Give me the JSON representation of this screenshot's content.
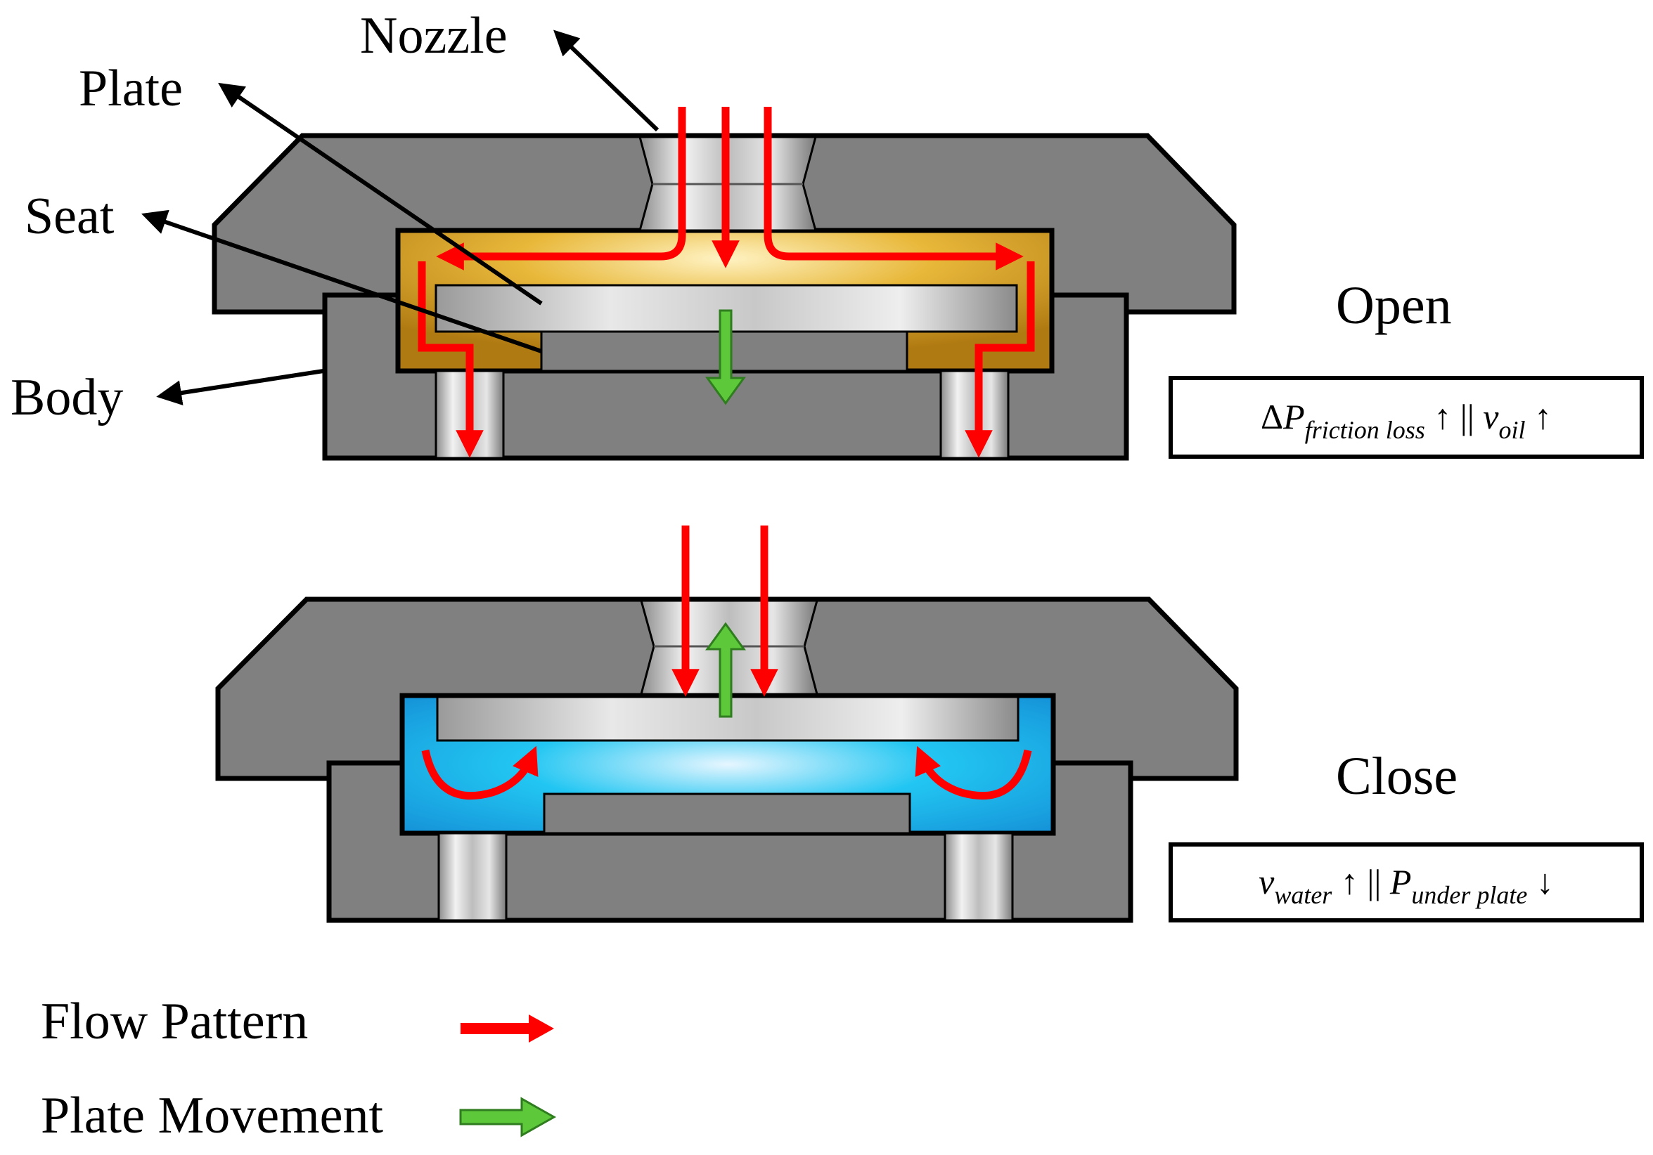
{
  "labels": {
    "nozzle": "Nozzle",
    "plate": "Plate",
    "seat": "Seat",
    "body": "Body"
  },
  "states": {
    "open": "Open",
    "close": "Close"
  },
  "equations": {
    "open": {
      "delta": "Δ",
      "p": "P",
      "p_sub": "friction loss",
      "arrow1": " ↑ || ",
      "v": "v",
      "v_sub": "oil",
      "arrow2": " ↑"
    },
    "close": {
      "v": "v",
      "v_sub": "water",
      "arrow1": " ↑ || ",
      "p": "P",
      "p_sub": "under plate",
      "arrow2": " ↓"
    }
  },
  "legend": {
    "flow": "Flow Pattern",
    "movement": "Plate Movement"
  },
  "colors": {
    "body": "#808080",
    "outline": "#000000",
    "oil": "#e3b229",
    "oil_dark": "#b07a12",
    "water": "#22c6f2",
    "water_dark": "#1592d8",
    "flow_arrow": "#ff0000",
    "movement_arrow": "#5cc83a"
  }
}
